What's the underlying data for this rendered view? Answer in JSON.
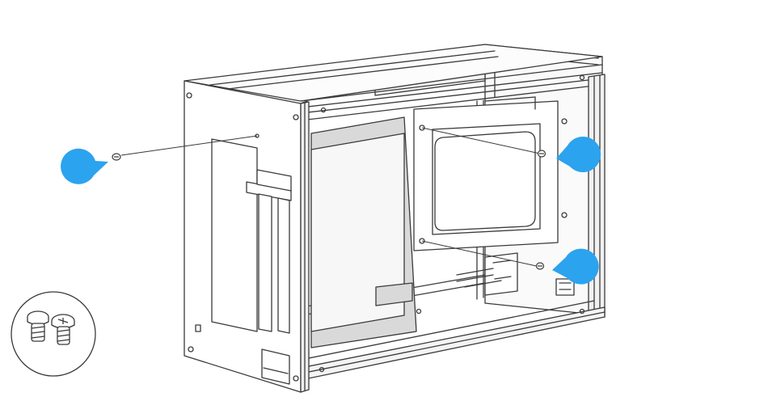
{
  "figure": {
    "accent_color": "#2ba3ef",
    "line_color": "#3a3a3a",
    "panel_fill": "#d9d9d9",
    "frame_fill": "#f4f4f4",
    "callout_markers": [
      {
        "target": "rear-panel-screw"
      },
      {
        "target": "drive-bracket-upper-screw"
      },
      {
        "target": "drive-bracket-lower-screw"
      }
    ],
    "parts_inset": {
      "icon": "screw-pair-icon",
      "count": 2
    }
  }
}
